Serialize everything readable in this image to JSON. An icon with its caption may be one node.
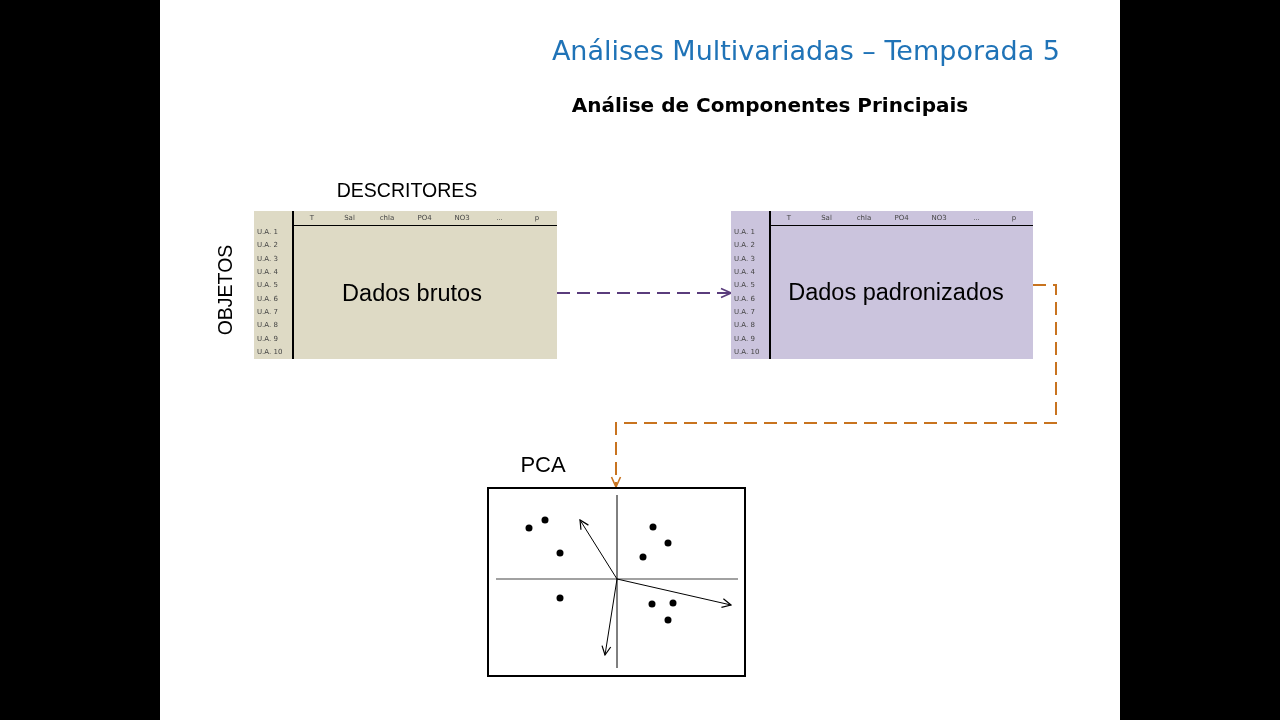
{
  "diagram": {
    "title": "Análises Multivariadas – Temporada 5",
    "nodes": [
      {
        "text": [
          "T",
          "Sal",
          "chla",
          "PO4",
          "NO3",
          "...",
          "p",
          "U.A. 1",
          "U.A. 2",
          "U.A. 3",
          "U.A. 4",
          "U.A. 5",
          "U.A. 6",
          "U.A. 7",
          "U.A. 8",
          "U.A. 9",
          "U.A. 10",
          "Dados brutos"
        ],
        "beside": [
          "DESCRITORES",
          "OBJETOS"
        ]
      },
      {
        "text": [
          "T",
          "Sal",
          "chla",
          "PO4",
          "NO3",
          "...",
          "p",
          "U.A. 1",
          "U.A. 2",
          "U.A. 3",
          "U.A. 4",
          "U.A. 5",
          "U.A. 6",
          "U.A. 7",
          "U.A. 8",
          "U.A. 9",
          "U.A. 10",
          "Dados padronizados"
        ]
      },
      {
        "text": [],
        "shape": "picture",
        "beside": [
          "PCA"
        ]
      }
    ],
    "edges": [
      {
        "from": 0,
        "to": 1,
        "arrow": "to",
        "style": "dashed",
        "color": "#5a3c7c"
      },
      {
        "from": 1,
        "to": 2,
        "arrow": "to",
        "style": "dashed",
        "color": "#c8731f"
      }
    ],
    "labels": [
      "Análise de Componentes Principais"
    ]
  }
}
